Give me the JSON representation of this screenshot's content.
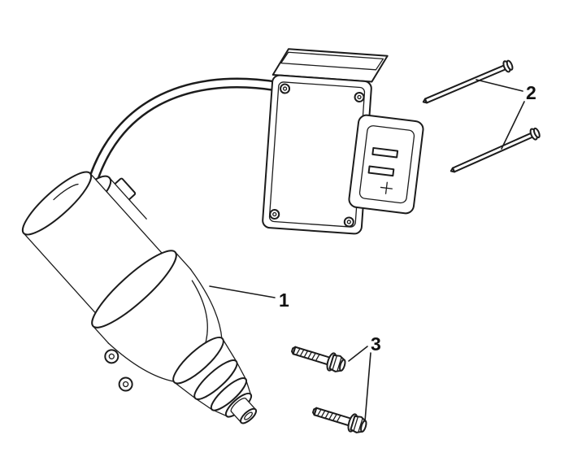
{
  "diagram": {
    "background_color": "#ffffff",
    "line_color": "#1c1c1c",
    "callouts": [
      {
        "label": "1"
      },
      {
        "label": "2"
      },
      {
        "label": "3"
      }
    ]
  }
}
